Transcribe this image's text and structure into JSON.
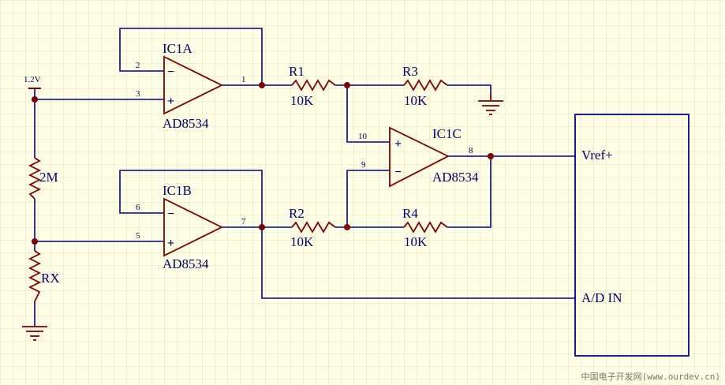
{
  "colors": {
    "background": "#ffffe6",
    "grid": "#e2e2c8",
    "wire": "#000088",
    "component": "#7a0000",
    "junction": "#7a0000",
    "text": "#000066"
  },
  "supply": {
    "label": "1.2V"
  },
  "divider": {
    "upper_resistor": "2M",
    "lower_resistor": "RX"
  },
  "opamps": [
    {
      "ref": "IC1A",
      "part": "AD8534",
      "pin_inv": "2",
      "pin_noninv": "3",
      "pin_out": "1"
    },
    {
      "ref": "IC1B",
      "part": "AD8534",
      "pin_inv": "6",
      "pin_noninv": "5",
      "pin_out": "7"
    },
    {
      "ref": "IC1C",
      "part": "AD8534",
      "pin_inv": "9",
      "pin_noninv": "10",
      "pin_out": "8"
    }
  ],
  "resistors": [
    {
      "ref": "R1",
      "value": "10K"
    },
    {
      "ref": "R2",
      "value": "10K"
    },
    {
      "ref": "R3",
      "value": "10K"
    },
    {
      "ref": "R4",
      "value": "10K"
    }
  ],
  "adc": {
    "pin_vref": "Vref+",
    "pin_in": "A/D IN"
  },
  "signs": {
    "minus": "−",
    "plus": "+"
  },
  "watermark": "中国电子开发网(www.ourdev.cn)"
}
